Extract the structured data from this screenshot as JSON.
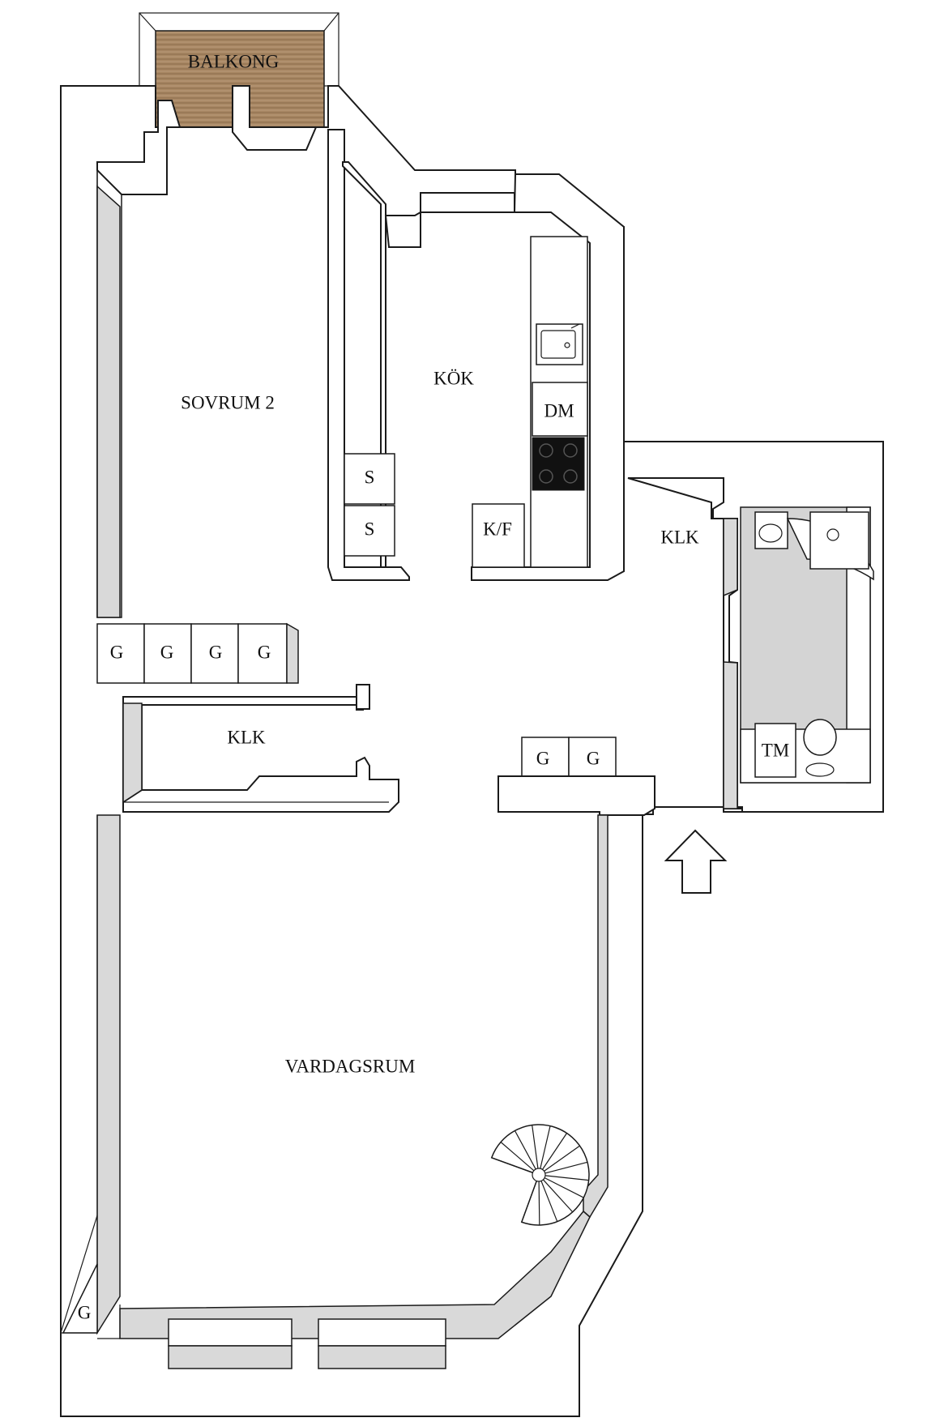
{
  "rooms": {
    "balkong": "BALKONG",
    "sovrum2": "SOVRUM 2",
    "kok": "KÖK",
    "klk_right": "KLK",
    "klk_mid": "KLK",
    "vardagsrum": "VARDAGSRUM"
  },
  "fixtures": {
    "s_top": "S",
    "s_bottom": "S",
    "dm": "DM",
    "kf": "K/F",
    "tm": "TM",
    "g_wardrobe_1": "G",
    "g_wardrobe_2": "G",
    "g_wardrobe_3": "G",
    "g_wardrobe_4": "G",
    "g_hall_1": "G",
    "g_hall_2": "G",
    "g_corner": "G"
  },
  "colors": {
    "balcony_floor": "#a88763",
    "bath_floor": "#d4d4d4",
    "wall_shade": "#d9d9d9",
    "stove": "#111111"
  },
  "icons": {
    "entrance": "entrance-arrow-icon",
    "stair": "spiral-staircase-icon"
  }
}
